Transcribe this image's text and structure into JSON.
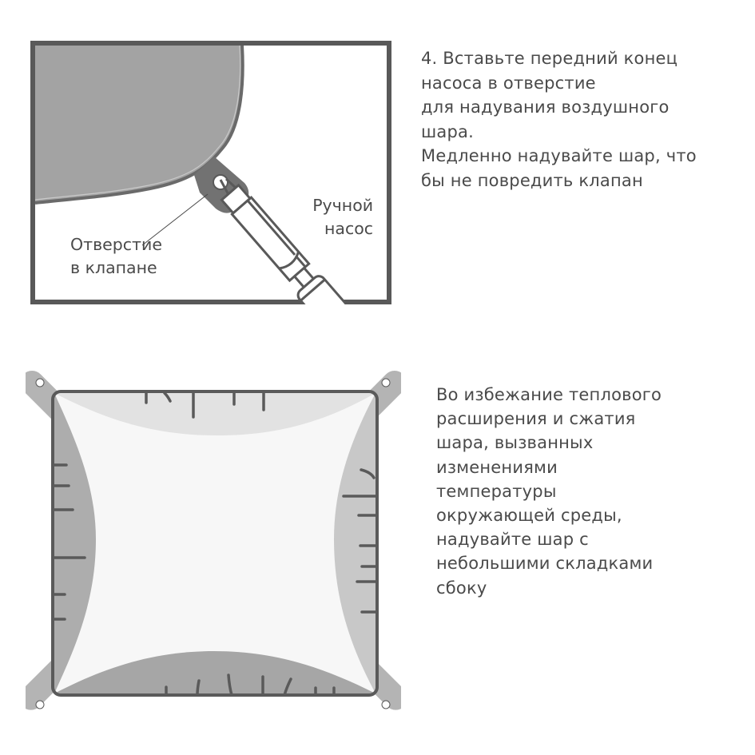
{
  "step1": {
    "figure": {
      "labels": {
        "valve_hole": [
          "Отверстие",
          "в клапане"
        ],
        "hand_pump": [
          "Ручной",
          "насос"
        ]
      }
    },
    "instruction_lines": [
      "4. Вставьте передний конец",
      "насоса в отверстие",
      "для надувания воздушного",
      "шара.",
      "Медленно надувайте шар, что",
      "бы не повредить клапан"
    ]
  },
  "step2": {
    "instruction_lines": [
      "Во избежание теплового",
      "расширения и сжатия",
      "шара, вызванных",
      "изменениями",
      "температуры",
      "окружающей среды,",
      "надувайте шар с",
      "небольшими складками",
      "сбоку"
    ]
  },
  "colors": {
    "text": "#4a4a4a",
    "frame": "#5a5a5a",
    "balloon_fill": "#a3a3a3",
    "tab_fill": "#b4b4b4",
    "panel_light": "#f7f7f7",
    "shade_top": "#e2e2e2",
    "shade_left": "#adadad",
    "shade_right": "#c8c8c8",
    "shade_bottom": "#a6a6a6"
  }
}
